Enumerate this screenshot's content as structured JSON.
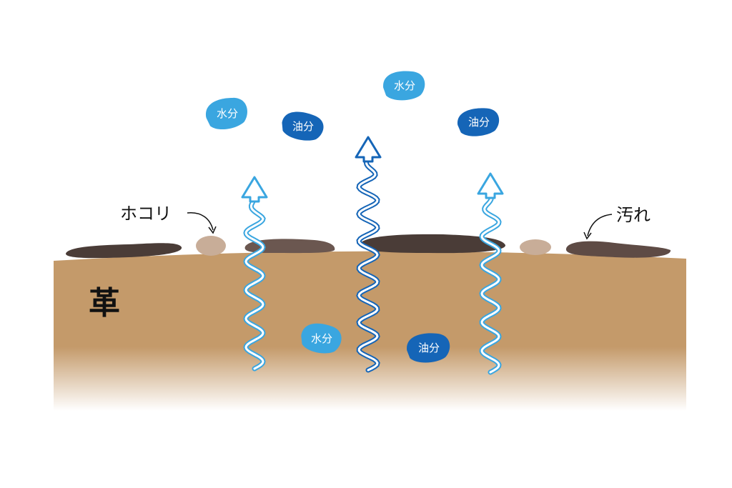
{
  "labels": {
    "leather": "革",
    "dust": "ホコリ",
    "dirt": "汚れ"
  },
  "blobs": [
    {
      "text": "水分",
      "kind": "water"
    },
    {
      "text": "油分",
      "kind": "oil"
    },
    {
      "text": "水分",
      "kind": "water"
    },
    {
      "text": "油分",
      "kind": "oil"
    },
    {
      "text": "水分",
      "kind": "water"
    },
    {
      "text": "油分",
      "kind": "oil"
    }
  ],
  "colors": {
    "water": "#3aa6e0",
    "oil": "#1565b7",
    "leather": "#c49a6a",
    "dirt": "#4a3c37",
    "dust": "#c8ad98"
  }
}
